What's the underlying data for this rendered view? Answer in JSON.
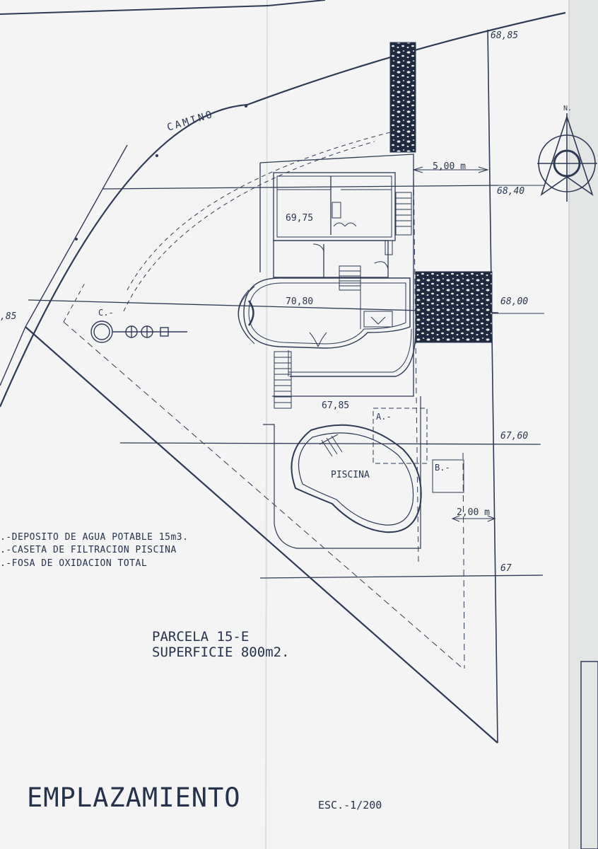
{
  "colors": {
    "paper": "#f3f4f3",
    "ink": "#2e3a55",
    "stone_fill": "#1f2a40"
  },
  "road": {
    "label": "CAMINO"
  },
  "north": {
    "label": "N."
  },
  "levels": {
    "l_6885": "68,85",
    "l_6840": "68,40",
    "l_6800": "68,00",
    "l_6760": "67,60",
    "l_67": "67",
    "l_685_left": ",85"
  },
  "dimensions": {
    "d_5m": "5,00 m",
    "d_2m": "2,00 m"
  },
  "house": {
    "level_upper": "69,75",
    "level_middle": "70,80",
    "level_terrace": "67,85"
  },
  "pool": {
    "label": "PISCINA"
  },
  "markers": {
    "a": "A.-",
    "b": "B.-",
    "c": "C.-"
  },
  "legend": {
    "items": [
      ".-DEPOSITO DE AGUA POTABLE 15m3.",
      ".-CASETA DE FILTRACION PISCINA",
      ".-FOSA DE OXIDACION TOTAL"
    ]
  },
  "parcel": {
    "name": "PARCELA 15-E",
    "area": "SUPERFICIE 800m2."
  },
  "title": {
    "main": "EMPLAZAMIENTO",
    "scale": "ESC.-1/200"
  }
}
